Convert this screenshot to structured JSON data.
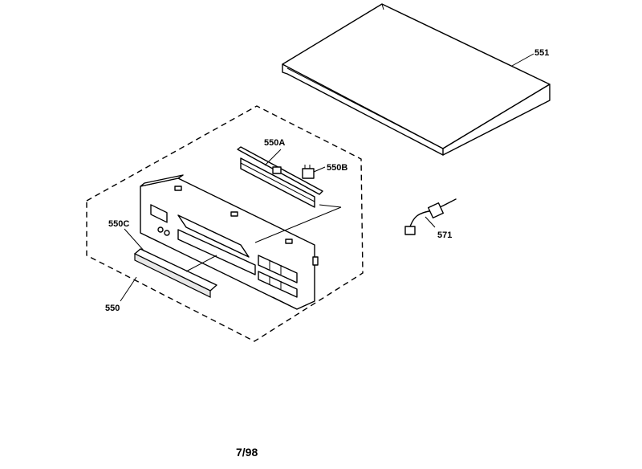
{
  "diagram": {
    "parts": [
      {
        "id": "551",
        "label": "551"
      },
      {
        "id": "550A",
        "label": "550A"
      },
      {
        "id": "550B",
        "label": "550B"
      },
      {
        "id": "550C",
        "label": "550C"
      },
      {
        "id": "550",
        "label": "550"
      },
      {
        "id": "571",
        "label": "571"
      }
    ],
    "footer": "7/98"
  }
}
